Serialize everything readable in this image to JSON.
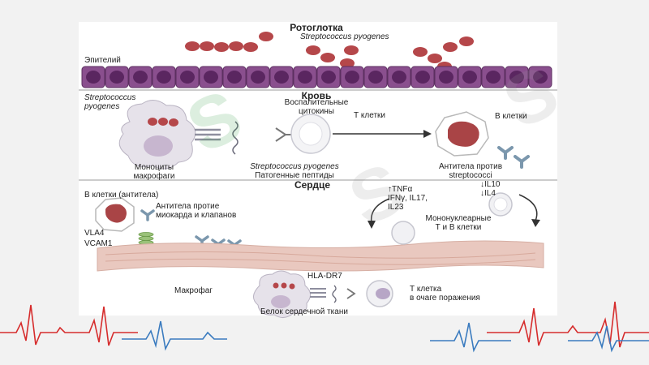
{
  "sections": {
    "pharynx": "Ротоглотка",
    "blood": "Кровь",
    "heart": "Сердце"
  },
  "labels": {
    "epithelium": "Эпителий",
    "strep_top": "Streptococcus pyogenes",
    "strep_left_1": "Streptococcus",
    "strep_left_2": "pyogenes",
    "cytokines_1": "Воспалительные",
    "cytokines_2": "цитокины",
    "t_cells": "Т клетки",
    "b_cells": "В клетки",
    "monocytes_1": "Моноциты",
    "monocytes_2": "макрофаги",
    "peptides_1": "Streptococcus pyogenes",
    "peptides_2": "Патогенные пептиды",
    "antibodies_1": "Антитела против",
    "antibodies_2": "streptococci",
    "b_cells_antibodies": "В клетки (антитела)",
    "anti_myocard_1": "Антитела протие",
    "anti_myocard_2": "миокарда и клапанов",
    "vla4": "VLA4",
    "vcam1": "VCAM1",
    "tnf": "↑TNFα",
    "ifn": "IFNγ, IL17,",
    "il23": "IL23",
    "il10": "↓IL10",
    "il4": "↓IL4",
    "mononuclear_1": "Мононуклеарные",
    "mononuclear_2": "Т и В клетки",
    "hla": "HLA-DR7",
    "macrophage": "Макрофаг",
    "t_cell_lesion_1": "Т клетка",
    "t_cell_lesion_2": "в очаге поражения",
    "heart_protein": "Белок сердечной ткани"
  },
  "colors": {
    "epithelium_cell": "#8a4f8e",
    "nucleus": "#5a2660",
    "bacteria": "#b5474a",
    "b_cell_nucleus": "#a94446",
    "antibody": "#7b97ad",
    "tissue": "#e9c8bf",
    "ecg_red": "#d62c2c",
    "ecg_blue": "#3a7bbf"
  }
}
